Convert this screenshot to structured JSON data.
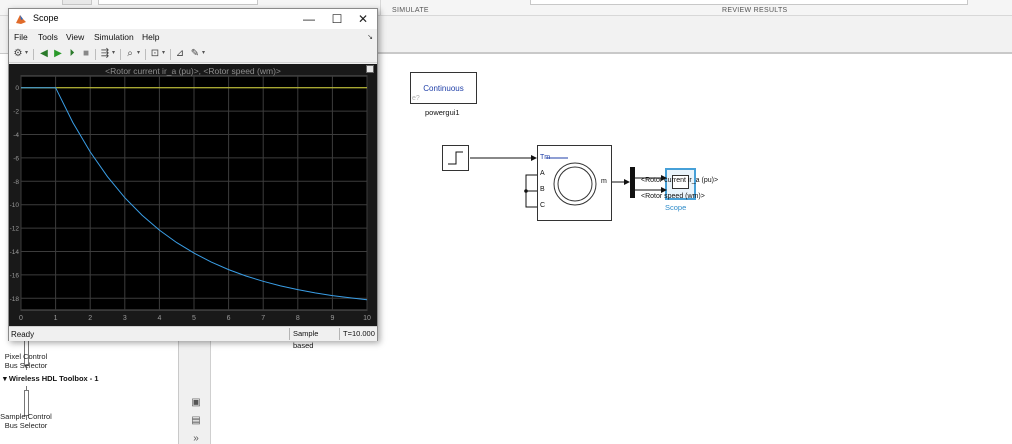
{
  "toolstrip": {
    "section_simulate": "SIMULATE",
    "section_review": "REVIEW RESULTS"
  },
  "scope_window": {
    "title": "Scope",
    "controls": {
      "minimize": "—",
      "maximize": "☐",
      "close": "✕"
    },
    "menu": [
      "File",
      "Tools",
      "View",
      "Simulation",
      "Help"
    ],
    "plot_title": "<Rotor current ir_a (pu)>, <Rotor speed (wm)>",
    "status": {
      "ready": "Ready",
      "mode": "Sample based",
      "time": "T=10.000"
    }
  },
  "chart_data": {
    "type": "line",
    "title": "<Rotor current ir_a (pu)>, <Rotor speed (wm)>",
    "xlabel": "",
    "ylabel": "",
    "xlim": [
      0,
      10
    ],
    "ylim": [
      -19,
      1
    ],
    "x_ticks": [
      0,
      1,
      2,
      3,
      4,
      5,
      6,
      7,
      8,
      9,
      10
    ],
    "y_ticks": [
      0,
      -2,
      -4,
      -6,
      -8,
      -10,
      -12,
      -14,
      -16,
      -18
    ],
    "grid": true,
    "series": [
      {
        "color": "#d6d638",
        "points": [
          [
            0,
            0
          ],
          [
            10,
            0
          ]
        ]
      },
      {
        "color": "#3a9ee6",
        "points": [
          [
            0,
            0
          ],
          [
            1,
            0
          ],
          [
            1.5,
            -2.98
          ],
          [
            2,
            -5.49
          ],
          [
            2.5,
            -7.61
          ],
          [
            3,
            -9.4
          ],
          [
            3.5,
            -10.9
          ],
          [
            4,
            -12.17
          ],
          [
            4.5,
            -13.24
          ],
          [
            5,
            -14.14
          ],
          [
            5.5,
            -14.91
          ],
          [
            6,
            -15.55
          ],
          [
            6.5,
            -16.09
          ],
          [
            7,
            -16.55
          ],
          [
            7.5,
            -16.94
          ],
          [
            8,
            -17.26
          ],
          [
            8.5,
            -17.54
          ],
          [
            9,
            -17.77
          ],
          [
            9.5,
            -17.96
          ],
          [
            10,
            -18.12
          ]
        ]
      }
    ]
  },
  "model": {
    "powergui_text": "Continuous",
    "powergui_tag": "e?",
    "powergui_name": "powergui1",
    "machine_ports": {
      "tm": "Tm",
      "a": "A",
      "b": "B",
      "c": "C",
      "m": "m"
    },
    "signal_1": "<Rotor current ir_a (pu)>",
    "signal_2": "<Rotor speed (wm)>",
    "scope_name": "Scope"
  },
  "library": {
    "pixel_control": "Pixel Control\nBus Selector",
    "wireless_header": "Wireless HDL Toolbox - 1",
    "sample_control": "Sample Control\nBus Selector"
  },
  "palette_icons": [
    "camera-icon",
    "save-icon",
    "more-icon"
  ],
  "colors": {
    "plot_background": "#191919",
    "grid": "#404040",
    "scope_highlight": "#46a0d8",
    "powergui_text": "#1f3fa8"
  }
}
